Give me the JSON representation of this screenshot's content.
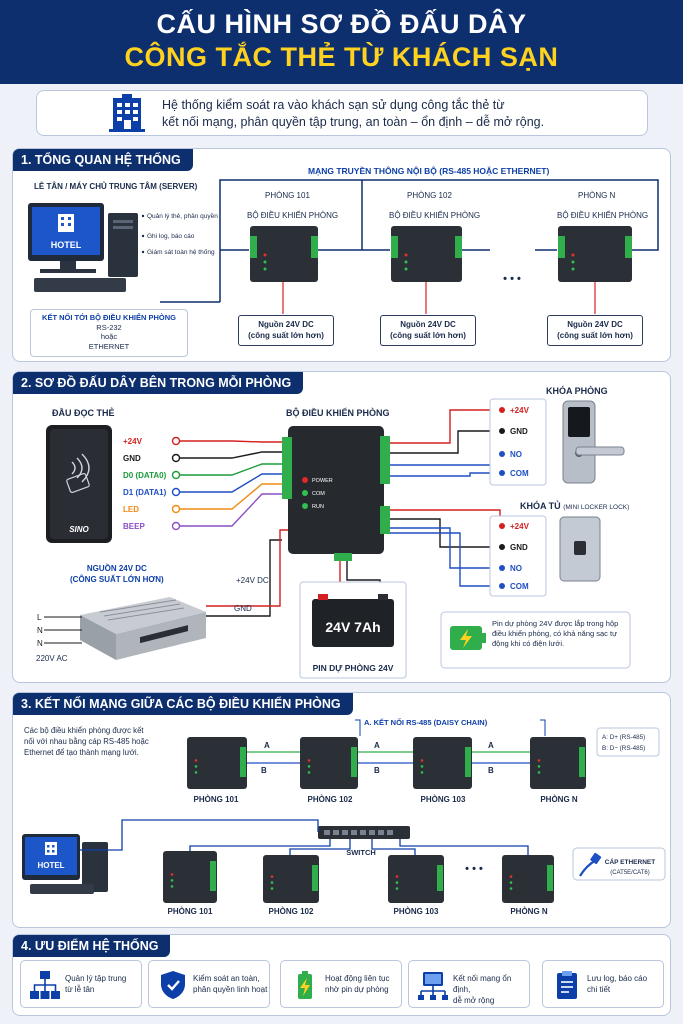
{
  "header": {
    "title_line1": "CẤU HÌNH SƠ ĐỒ ĐẤU DÂY",
    "title_line2": "CÔNG TẮC THẺ TỪ KHÁCH SẠN"
  },
  "intro": {
    "line1": "Hệ thống kiểm soát ra vào khách sạn sử dụng công tắc thẻ từ",
    "line2": "kết nối mạng, phân quyền tập trung, an toàn – ổn định – dễ mở rộng."
  },
  "section1": {
    "title": "1. TỔNG QUAN HỆ THỐNG",
    "server_label": "LỄ TÂN / MÁY CHỦ TRUNG TÂM (SERVER)",
    "hotel_label": "HOTEL",
    "features": [
      "Quản lý thẻ, phân quyền",
      "Ghi log, báo cáo",
      "Giám sát toàn hệ thống"
    ],
    "network_label": "MẠNG TRUYỀN THÔNG NỘI BỘ (RS-485 HOẶC ETHERNET)",
    "rooms": [
      {
        "name": "PHÒNG 101",
        "controller": "BỘ ĐIỀU KHIỂN PHÒNG",
        "psu_line1": "Nguồn 24V DC",
        "psu_line2": "(công suất lớn hơn)"
      },
      {
        "name": "PHÒNG 102",
        "controller": "BỘ ĐIỀU KHIỂN PHÒNG",
        "psu_line1": "Nguồn 24V DC",
        "psu_line2": "(công suất lớn hơn)"
      },
      {
        "name": "PHÒNG N",
        "controller": "BỘ ĐIỀU KHIỂN PHÒNG",
        "psu_line1": "Nguồn 24V DC",
        "psu_line2": "(công suất lớn hơn)"
      }
    ],
    "ellipsis": "• • •",
    "conn_title": "KẾT NỐI TỚI BỘ ĐIỀU KHIỂN PHÒNG",
    "conn_line1": "RS-232",
    "conn_line2": "hoặc",
    "conn_line3": "ETHERNET"
  },
  "section2": {
    "title": "2. SƠ ĐỒ ĐẤU DÂY BÊN TRONG MỖI PHÒNG",
    "reader_label": "ĐẦU ĐỌC THẺ",
    "reader_brand": "SINO",
    "reader_pins": [
      {
        "label": "+24V",
        "color": "#d42020"
      },
      {
        "label": "GND",
        "color": "#1a1a1a"
      },
      {
        "label": "D0 (DATA0)",
        "color": "#1a9c3a"
      },
      {
        "label": "D1 (DATA1)",
        "color": "#1f4fc4"
      },
      {
        "label": "LED",
        "color": "#f08a12"
      },
      {
        "label": "BEEP",
        "color": "#8a4fc4"
      }
    ],
    "controller_label": "BỘ ĐIỀU KHIỂN PHÒNG",
    "leds": [
      "POWER",
      "COM",
      "RUN"
    ],
    "door_lock_label": "KHÓA PHÒNG",
    "door_pins": [
      "+24V",
      "GND",
      "NO",
      "COM"
    ],
    "cabinet_lock_label": "KHÓA TỦ",
    "cabinet_lock_sub": "(MINI LOCKER LOCK)",
    "cabinet_pins": [
      "+24V",
      "GND",
      "NO",
      "COM"
    ],
    "psu_label_line1": "NGUỒN 24V DC",
    "psu_label_line2": "(CÔNG SUẤT LỚN HƠN)",
    "ac_pins": [
      "L",
      "N",
      "N"
    ],
    "ac_label": "220V AC",
    "dc_label": "+24V DC",
    "gnd_label": "GND",
    "battery_text": "24V 7Ah",
    "battery_label": "PIN DỰ PHÒNG 24V",
    "note": "Pin dự phòng 24V được lắp trong hộp điều khiển phòng, có khả năng sạc tự động khi có điện lưới."
  },
  "section3": {
    "title": "3. KẾT NỐI MẠNG GIỮA CÁC BỘ ĐIỀU KHIỂN PHÒNG",
    "desc": "Các bộ điều khiển phòng được kết nối với nhau bằng cáp RS-485 hoặc Ethernet để tạo thành mạng lưới.",
    "daisy_label": "A. KẾT NỐI RS-485 (DAISY CHAIN)",
    "line_a": "A",
    "line_b": "B",
    "legend_a": "A: D+ (RS-485)",
    "legend_b": "B: D− (RS-485)",
    "row1_rooms": [
      "PHÒNG 101",
      "PHÒNG 102",
      "PHÒNG 103",
      "PHÒNG N"
    ],
    "switch_label": "SWITCH",
    "hotel_label": "HOTEL",
    "row2_rooms": [
      "PHÒNG 101",
      "PHÒNG 102",
      "PHÒNG 103",
      "PHÒNG N"
    ],
    "ellipsis": "• • •",
    "cable_label": "CÁP ETHERNET",
    "cable_sub": "(CAT5E/CAT6)"
  },
  "section4": {
    "title": "4. ƯU ĐIỂM HỆ THỐNG",
    "items": [
      {
        "line1": "Quản lý tập trung",
        "line2": "từ lễ tân",
        "icon": "network-icon"
      },
      {
        "line1": "Kiểm soát an toàn,",
        "line2": "phân quyền linh hoạt",
        "icon": "shield-icon"
      },
      {
        "line1": "Hoạt động liên tục",
        "line2": "nhờ pin dự phòng",
        "icon": "battery-icon"
      },
      {
        "line1": "Kết nối mạng ổn định,",
        "line2": "dễ mở rộng",
        "icon": "monitor-network-icon"
      },
      {
        "line1": "Lưu log, báo cáo",
        "line2": "chi tiết",
        "icon": "report-icon"
      }
    ]
  }
}
